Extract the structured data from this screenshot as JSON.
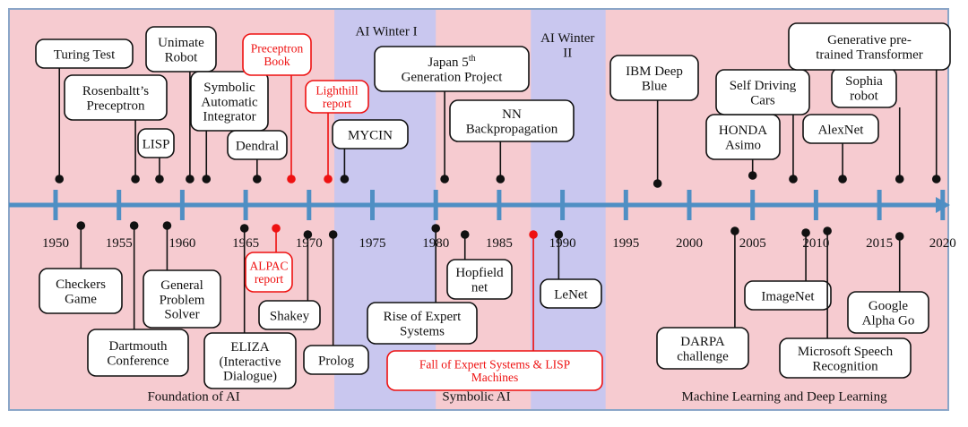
{
  "colors": {
    "pink": "#f6cbd0",
    "purple": "#c9c7ef",
    "axis": "#4f8fc4",
    "black": "#111111",
    "red": "#ee1111",
    "border": "#8aa6c8"
  },
  "years": [
    "1950",
    "1955",
    "1960",
    "1965",
    "1970",
    "1975",
    "1980",
    "1985",
    "1990",
    "1995",
    "2000",
    "2005",
    "2010",
    "2015",
    "2020"
  ],
  "eras": {
    "winter1": "AI Winter I",
    "winter2": "AI Winter\nII",
    "foundation": "Foundation of AI",
    "symbolic": "Symbolic AI",
    "ml": "Machine Learning and Deep Learning"
  },
  "events_above": [
    {
      "id": "turing",
      "text": "Turing Test",
      "year": 1950.3,
      "color": "black"
    },
    {
      "id": "rosenblatt",
      "text": "Rosenbaltt’s\nPreceptron",
      "year": 1956.3,
      "color": "black"
    },
    {
      "id": "lisp",
      "text": "LISP",
      "year": 1958.2,
      "color": "black"
    },
    {
      "id": "unimate",
      "text": "Unimate\nRobot",
      "year": 1960.6,
      "color": "black"
    },
    {
      "id": "symbolic-integrator",
      "text": "Symbolic\nAutomatic\nIntegrator",
      "year": 1961.9,
      "color": "black"
    },
    {
      "id": "dendral",
      "text": "Dendral",
      "year": 1965.9,
      "color": "black"
    },
    {
      "id": "perceptron-book",
      "text": "Preceptron\nBook",
      "year": 1968.6,
      "color": "red"
    },
    {
      "id": "lighthill",
      "text": "Lighthill\nreport",
      "year": 1971.5,
      "color": "red"
    },
    {
      "id": "mycin",
      "text": "MYCIN",
      "year": 1972.8,
      "color": "black"
    },
    {
      "id": "japan",
      "text": "Japan 5th\nGeneration Project",
      "year": 1980.7,
      "color": "black"
    },
    {
      "id": "nn-backprop",
      "text": "NN\nBackpropagation",
      "year": 1985.1,
      "color": "black"
    },
    {
      "id": "ibm",
      "text": "IBM Deep\nBlue",
      "year": 1997.5,
      "color": "black"
    },
    {
      "id": "honda",
      "text": "HONDA\nAsimo",
      "year": 2005.0,
      "color": "black"
    },
    {
      "id": "self-driving",
      "text": "Self Driving\nCars",
      "year": 2008.2,
      "color": "black"
    },
    {
      "id": "alexnet",
      "text": "AlexNet",
      "year": 2012.1,
      "color": "black"
    },
    {
      "id": "sophia",
      "text": "Sophia\nrobot",
      "year": 2016.6,
      "color": "black"
    },
    {
      "id": "gpt",
      "text": "Generative pre-\ntrained Transformer",
      "year": 2019.5,
      "color": "black"
    }
  ],
  "events_below": [
    {
      "id": "checkers",
      "text": "Checkers\nGame",
      "year": 1952.0,
      "color": "black"
    },
    {
      "id": "dartmouth",
      "text": "Dartmouth\nConference",
      "year": 1956.2,
      "color": "black"
    },
    {
      "id": "gps",
      "text": "General\nProblem\nSolver",
      "year": 1958.8,
      "color": "black"
    },
    {
      "id": "eliza",
      "text": "ELIZA\n(Interactive\nDialogue)",
      "year": 1964.9,
      "color": "black"
    },
    {
      "id": "alpac",
      "text": "ALPAC\nreport",
      "year": 1967.4,
      "color": "red"
    },
    {
      "id": "shakey",
      "text": "Shakey",
      "year": 1969.9,
      "color": "black"
    },
    {
      "id": "prolog",
      "text": "Prolog",
      "year": 1971.9,
      "color": "black"
    },
    {
      "id": "rise-expert",
      "text": "Rise of Expert\nSystems",
      "year": 1980.0,
      "color": "black"
    },
    {
      "id": "hopfield",
      "text": "Hopfield\nnet",
      "year": 1982.3,
      "color": "black"
    },
    {
      "id": "fall-expert",
      "text": "Fall of Expert Systems & LISP\nMachines",
      "year": 1987.7,
      "color": "red"
    },
    {
      "id": "lenet",
      "text": "LeNet",
      "year": 1989.7,
      "color": "black"
    },
    {
      "id": "darpa",
      "text": "DARPA\nchallenge",
      "year": 2003.6,
      "color": "black"
    },
    {
      "id": "imagenet",
      "text": "ImageNet",
      "year": 2009.2,
      "color": "black"
    },
    {
      "id": "ms-speech",
      "text": "Microsoft Speech\nRecognition",
      "year": 2010.9,
      "color": "black"
    },
    {
      "id": "alphago",
      "text": "Google\nAlpha Go",
      "year": 2016.6,
      "color": "black"
    }
  ]
}
